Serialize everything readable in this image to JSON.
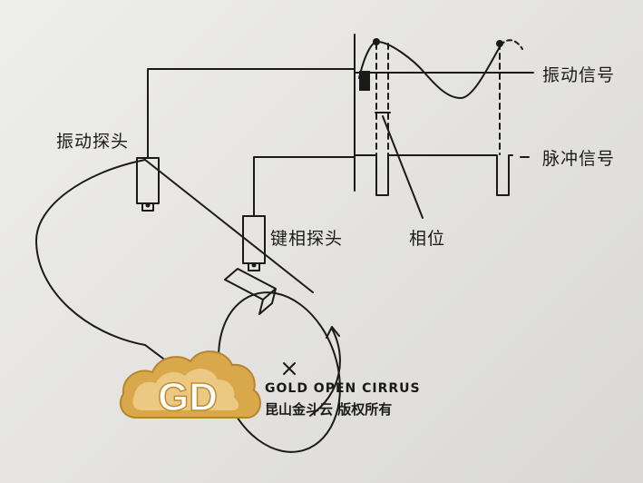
{
  "labels": {
    "vibration_signal": "振动信号",
    "pulse_signal": "脉冲信号",
    "vibration_probe": "振动探头",
    "key_phase_probe": "键相探头",
    "phase": "相位"
  },
  "watermark": {
    "brand_en": "GOLD OPEN CIRRUS",
    "brand_cn": "昆山金斗云 版权所有",
    "logo_letters": "GD"
  },
  "colors": {
    "ink": "#1a1a1a",
    "paper": "#e6e5e3",
    "logo_gold": "#d9a84a",
    "logo_light": "#f3d79a"
  }
}
